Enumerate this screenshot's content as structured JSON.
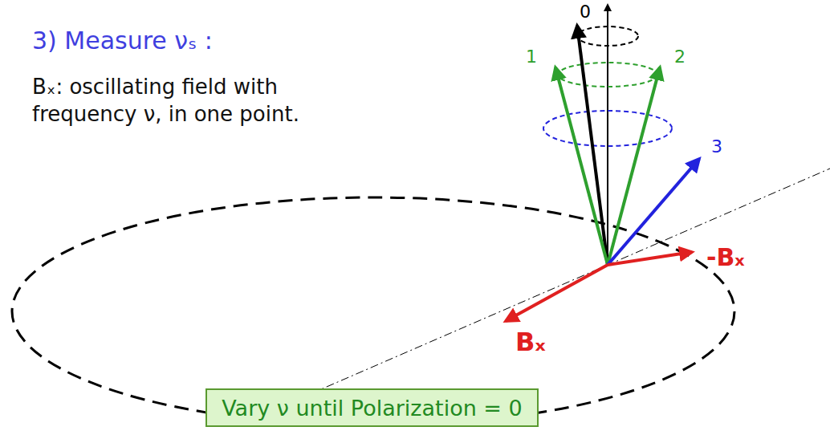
{
  "diagram": {
    "title": "3) Measure νₛ :",
    "nodes": [
      {
        "text": [
          "Vary ν until Polarization = 0"
        ]
      }
    ],
    "labels": [
      "Bₓ: oscillating field with frequency ν, in one point.",
      "0",
      "1",
      "2",
      "3",
      "-Bₓ",
      "Bₓ"
    ]
  }
}
